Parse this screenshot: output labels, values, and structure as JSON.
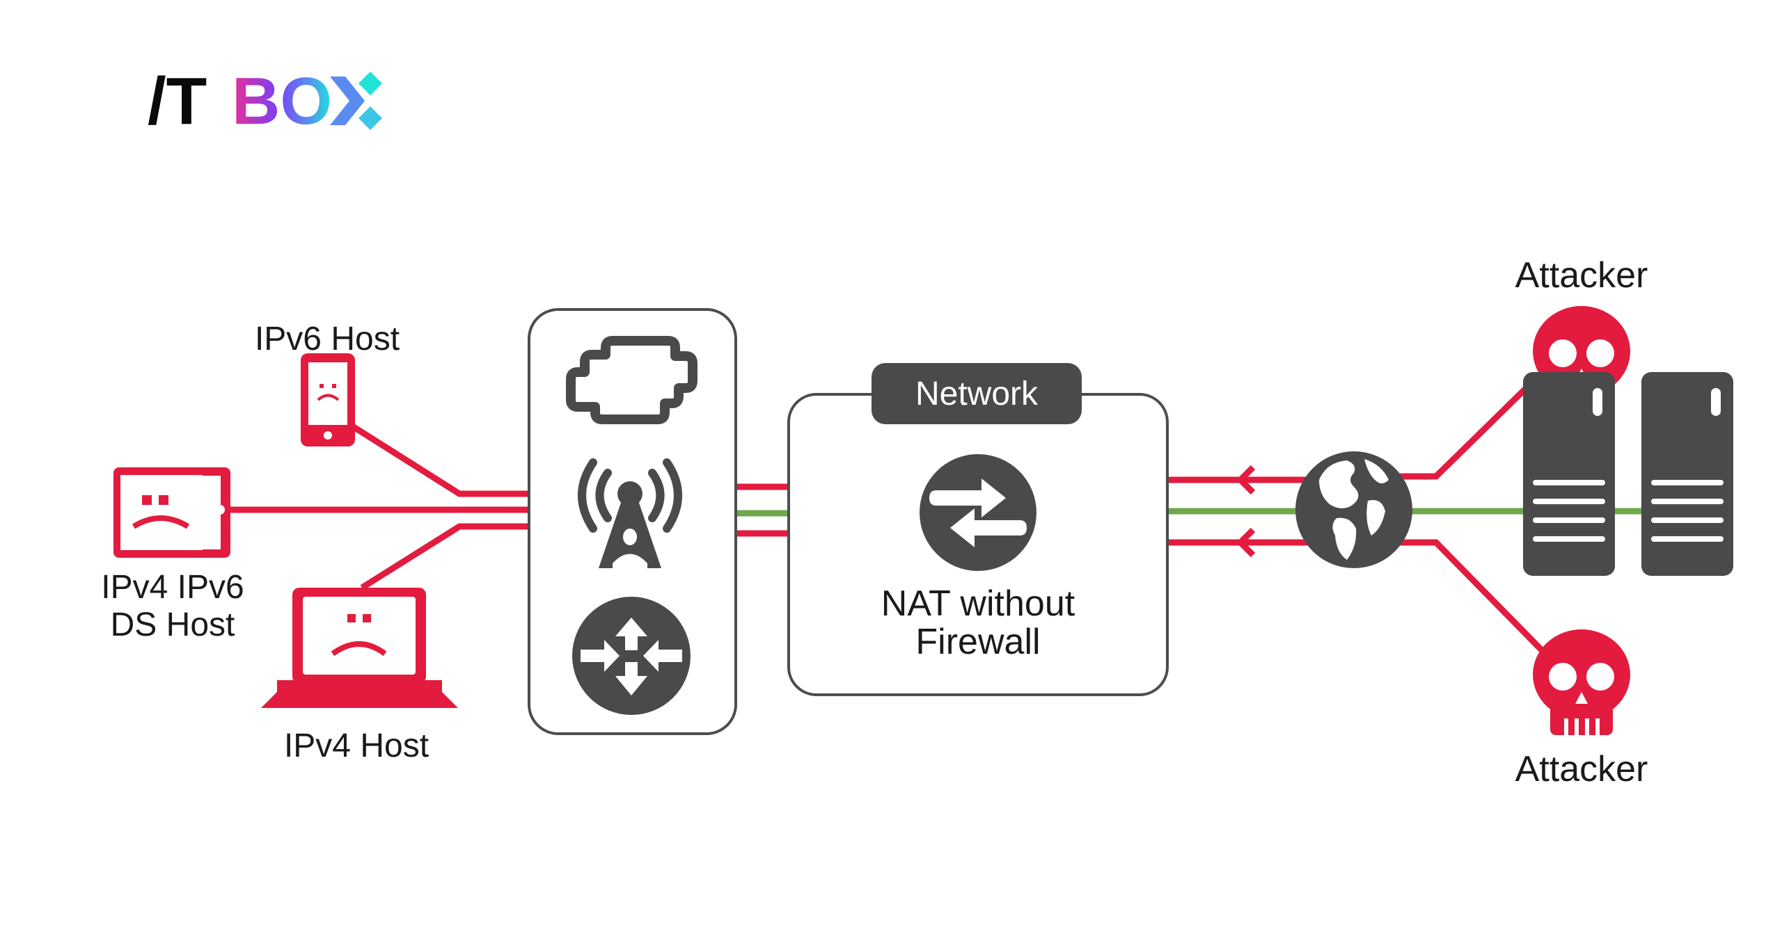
{
  "logo": {
    "text_part1": "/T",
    "text_part2": "BO",
    "brand_colors": {
      "dark": "#0a0a0a",
      "gradient_start": "#e8309a",
      "gradient_mid": "#7b3ff2",
      "gradient_end": "#1ee3d6"
    }
  },
  "colors": {
    "threat_red": "#e31b3f",
    "safe_green": "#6ea84a",
    "icon_gray": "#4a4a4a",
    "box_border": "#4d4d4d",
    "text": "#1a1a1a",
    "background": "#ffffff"
  },
  "hosts": [
    {
      "id": "ipv6-host",
      "label": "IPv6 Host",
      "icon": "smartphone-sad-icon"
    },
    {
      "id": "ds-host",
      "label_line1": "IPv4 IPv6",
      "label_line2": "DS Host",
      "icon": "tablet-sad-icon"
    },
    {
      "id": "ipv4-host",
      "label": "IPv4 Host",
      "icon": "laptop-sad-icon"
    }
  ],
  "access_stack": {
    "icons": [
      "cloud-icon",
      "antenna-tower-icon",
      "router-icon"
    ]
  },
  "network": {
    "tab_label": "Network",
    "title_line1": "NAT without",
    "title_line2": "Firewall",
    "icon": "nat-arrows-icon"
  },
  "internet": {
    "icon": "globe-icon"
  },
  "attackers": [
    {
      "id": "attacker-top",
      "label": "Attacker",
      "icon": "skull-icon"
    },
    {
      "id": "attacker-bottom",
      "label": "Attacker",
      "icon": "skull-icon"
    }
  ],
  "servers": [
    {
      "id": "server-1",
      "icon": "server-icon"
    },
    {
      "id": "server-2",
      "icon": "server-icon"
    }
  ],
  "links": [
    {
      "from": "attacker-top",
      "to": "nat-network",
      "kind": "threat",
      "direction": "inbound"
    },
    {
      "from": "servers",
      "to": "nat-network",
      "kind": "legitimate",
      "direction": "bidirectional"
    },
    {
      "from": "attacker-bottom",
      "to": "nat-network",
      "kind": "threat",
      "direction": "inbound"
    },
    {
      "from": "access-stack",
      "to": "hosts",
      "kind": "threat",
      "direction": "outbound"
    }
  ]
}
